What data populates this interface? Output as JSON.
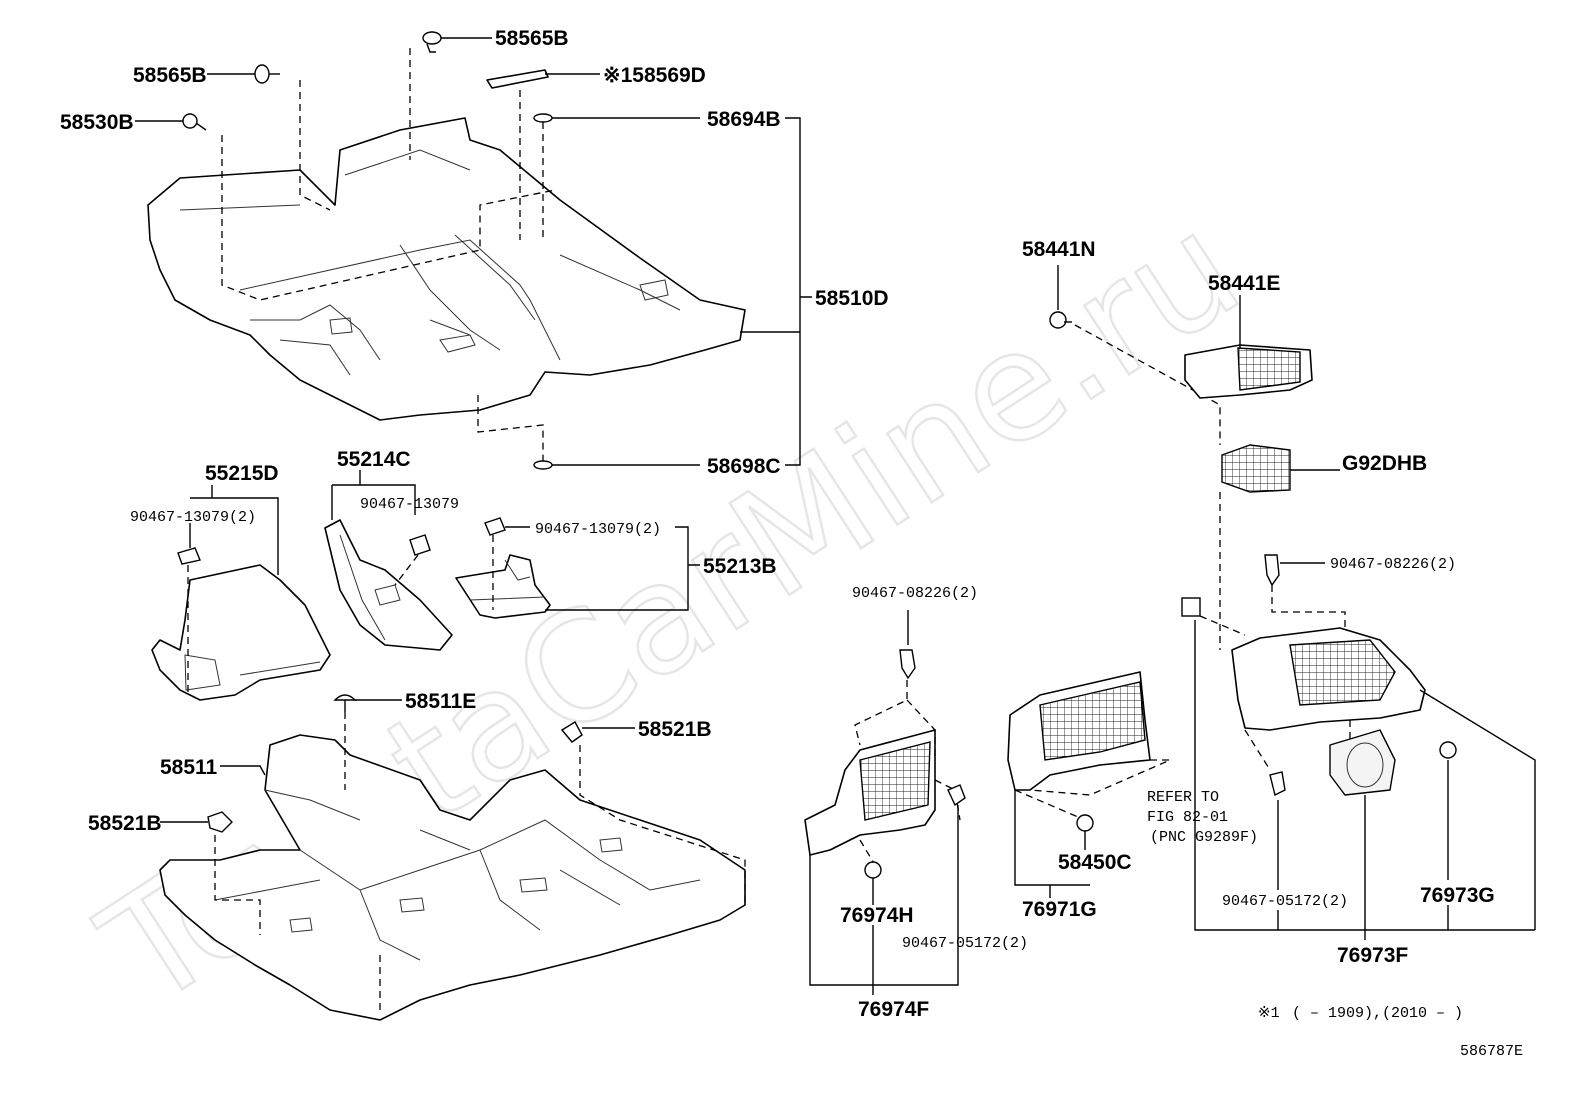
{
  "watermark": "ToyotaCarMine.ru",
  "diagram_code": "586787E",
  "footnote": {
    "mark": "※1",
    "range": "(        – 1909),(2010 –        )"
  },
  "refer_note": {
    "line1": "REFER TO",
    "line2": "FIG 82-01",
    "line3": "(PNC G9289F)"
  },
  "labels": {
    "p58565B_top": "58565B",
    "p58565B_left": "58565B",
    "p58569D": "※158569D",
    "p58530B": "58530B",
    "p58694B": "58694B",
    "p58510D": "58510D",
    "p58698C": "58698C",
    "p55215D": "55215D",
    "p90467_13079_a": "90467-13079(2)",
    "p55214C": "55214C",
    "p90467_13079_b": "90467-13079",
    "p90467_13079_c": "90467-13079(2)",
    "p55213B": "55213B",
    "p58511E": "58511E",
    "p58521B_right": "58521B",
    "p58511": "58511",
    "p58521B_left": "58521B",
    "p58441N": "58441N",
    "p58441E": "58441E",
    "pG92DHB": "G92DHB",
    "p90467_08226_r": "90467-08226(2)",
    "p90467_08226_m": "90467-08226(2)",
    "p76974H": "76974H",
    "p90467_05172_m": "90467-05172(2)",
    "p76974F": "76974F",
    "p58450C": "58450C",
    "p76971G": "76971G",
    "p90467_05172_r": "90467-05172(2)",
    "p76973G": "76973G",
    "p76973F": "76973F"
  }
}
